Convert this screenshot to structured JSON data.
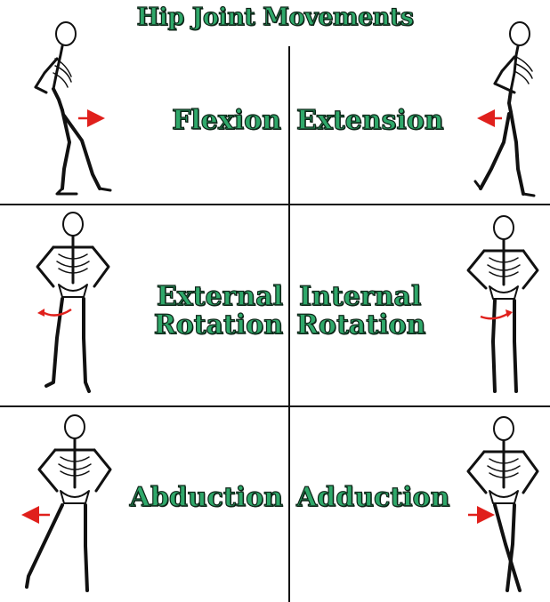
{
  "title": "Hip Joint Movements",
  "colors": {
    "text_fill": "#2fa86a",
    "text_outline": "#0d2417",
    "arrow": "#e0201c",
    "bone": "#111111",
    "divider": "#111111"
  },
  "panels": {
    "row1": {
      "left": "Flexion",
      "right": "Extension"
    },
    "row2": {
      "left_line1": "External",
      "left_line2": "Rotation",
      "right_line1": "Internal",
      "right_line2": "Rotation"
    },
    "row3": {
      "left": "Abduction",
      "right": "Adduction"
    }
  },
  "icons": [
    "skeleton-side-flexion",
    "skeleton-side-extension",
    "skeleton-front-external-rotation",
    "skeleton-front-internal-rotation",
    "skeleton-front-abduction",
    "skeleton-front-adduction",
    "arrow-right-icon",
    "arrow-left-icon",
    "curved-arrow-icon"
  ]
}
